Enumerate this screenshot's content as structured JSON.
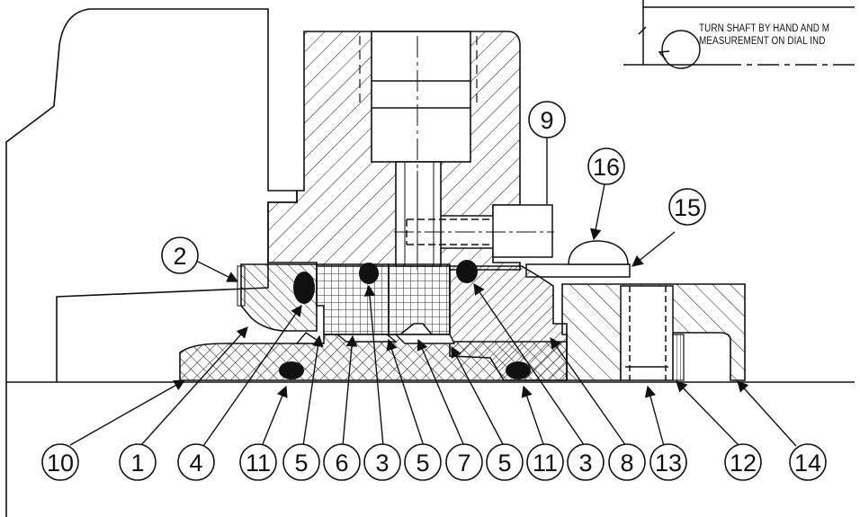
{
  "note": {
    "line1": "TURN SHAFT BY HAND AND M",
    "line2": "MEASUREMENT ON DIAL IND"
  },
  "callouts": [
    {
      "id": "c2",
      "label": "2"
    },
    {
      "id": "c9",
      "label": "9"
    },
    {
      "id": "c16",
      "label": "16"
    },
    {
      "id": "c15",
      "label": "15"
    },
    {
      "id": "b10",
      "label": "10"
    },
    {
      "id": "b1",
      "label": "1"
    },
    {
      "id": "b4",
      "label": "4"
    },
    {
      "id": "b11a",
      "label": "11"
    },
    {
      "id": "b5a",
      "label": "5"
    },
    {
      "id": "b6",
      "label": "6"
    },
    {
      "id": "b3a",
      "label": "3"
    },
    {
      "id": "b5b",
      "label": "5"
    },
    {
      "id": "b7",
      "label": "7"
    },
    {
      "id": "b5c",
      "label": "5"
    },
    {
      "id": "b11b",
      "label": "11"
    },
    {
      "id": "b3b",
      "label": "3"
    },
    {
      "id": "b8",
      "label": "8"
    },
    {
      "id": "b13",
      "label": "13"
    },
    {
      "id": "b12",
      "label": "12"
    },
    {
      "id": "b14",
      "label": "14"
    }
  ]
}
